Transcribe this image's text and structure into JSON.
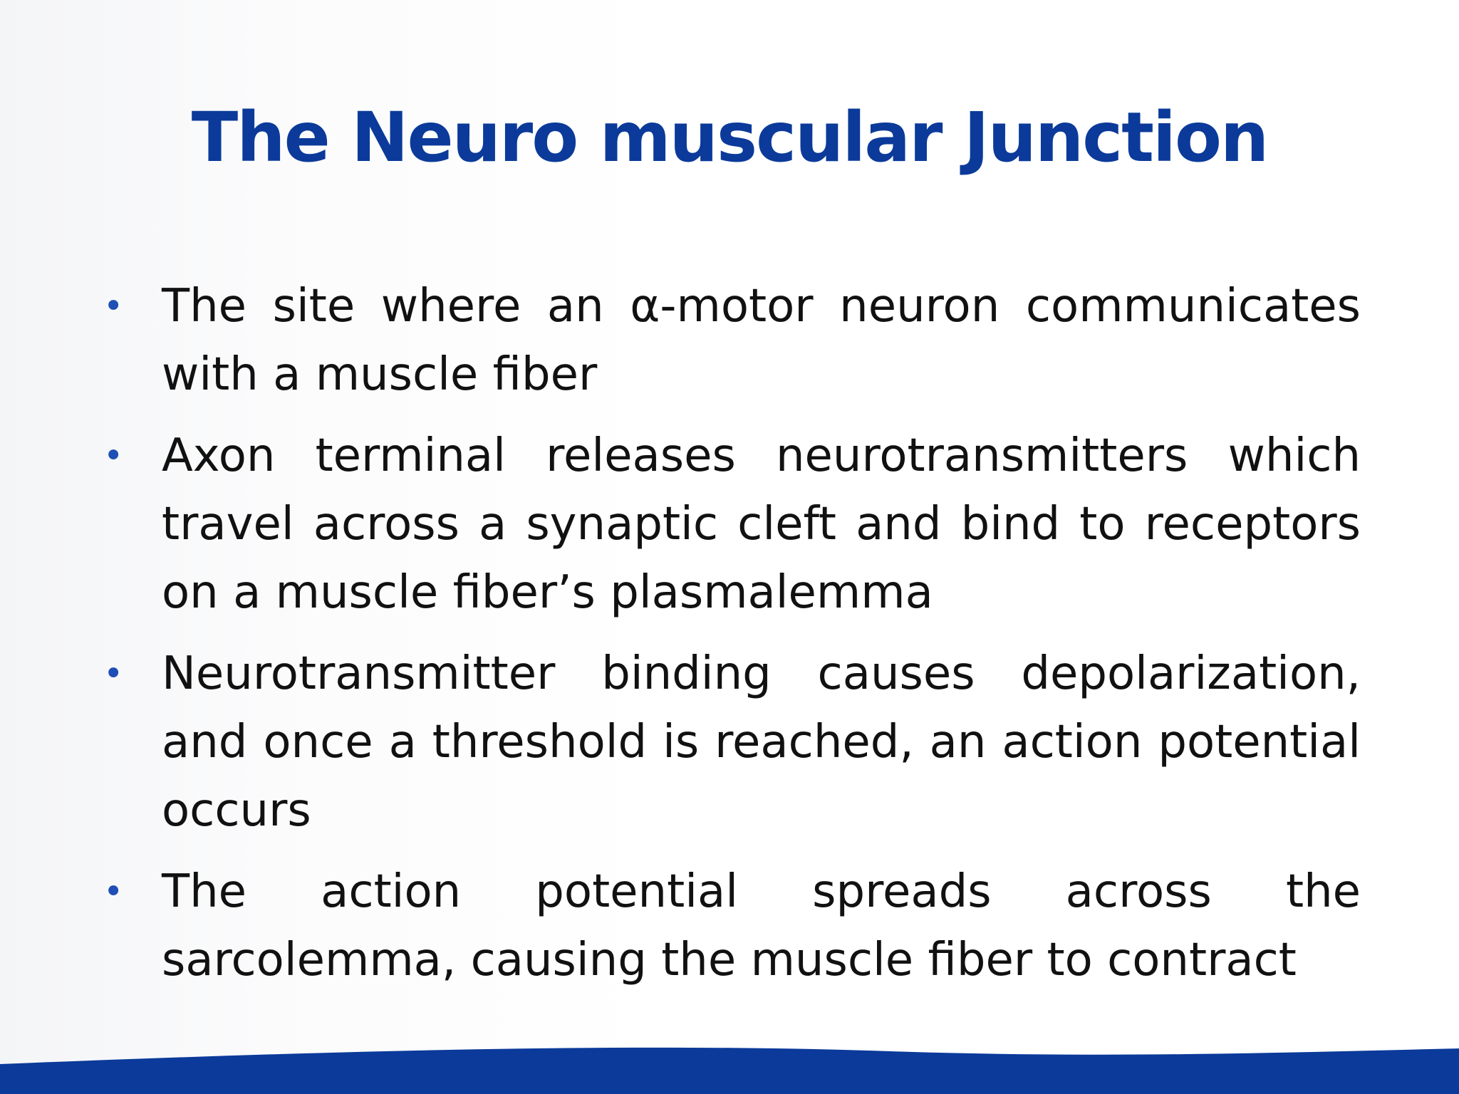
{
  "slide": {
    "title": "The Neuro muscular Junction",
    "bullets": [
      {
        "marker": "•",
        "text": "The site where an α-motor neuron communicates with a muscle fiber"
      },
      {
        "marker": "•",
        "text": "Axon terminal releases neurotransmitters which travel across a synaptic cleft and bind to receptors on a muscle fiber’s plasmalemma"
      },
      {
        "marker": "•",
        "text": "Neurotransmitter binding causes depolarization, and once a threshold is reached, an action potential occurs"
      },
      {
        "marker": "•",
        "text": "The action potential spreads across the sarcolemma, causing the muscle fiber to contract"
      }
    ]
  },
  "colors": {
    "title": "#0b3a9a",
    "bullet_marker": "#1f4fb5",
    "body_text": "#111111",
    "bottom_band": "#0b3a9a"
  }
}
